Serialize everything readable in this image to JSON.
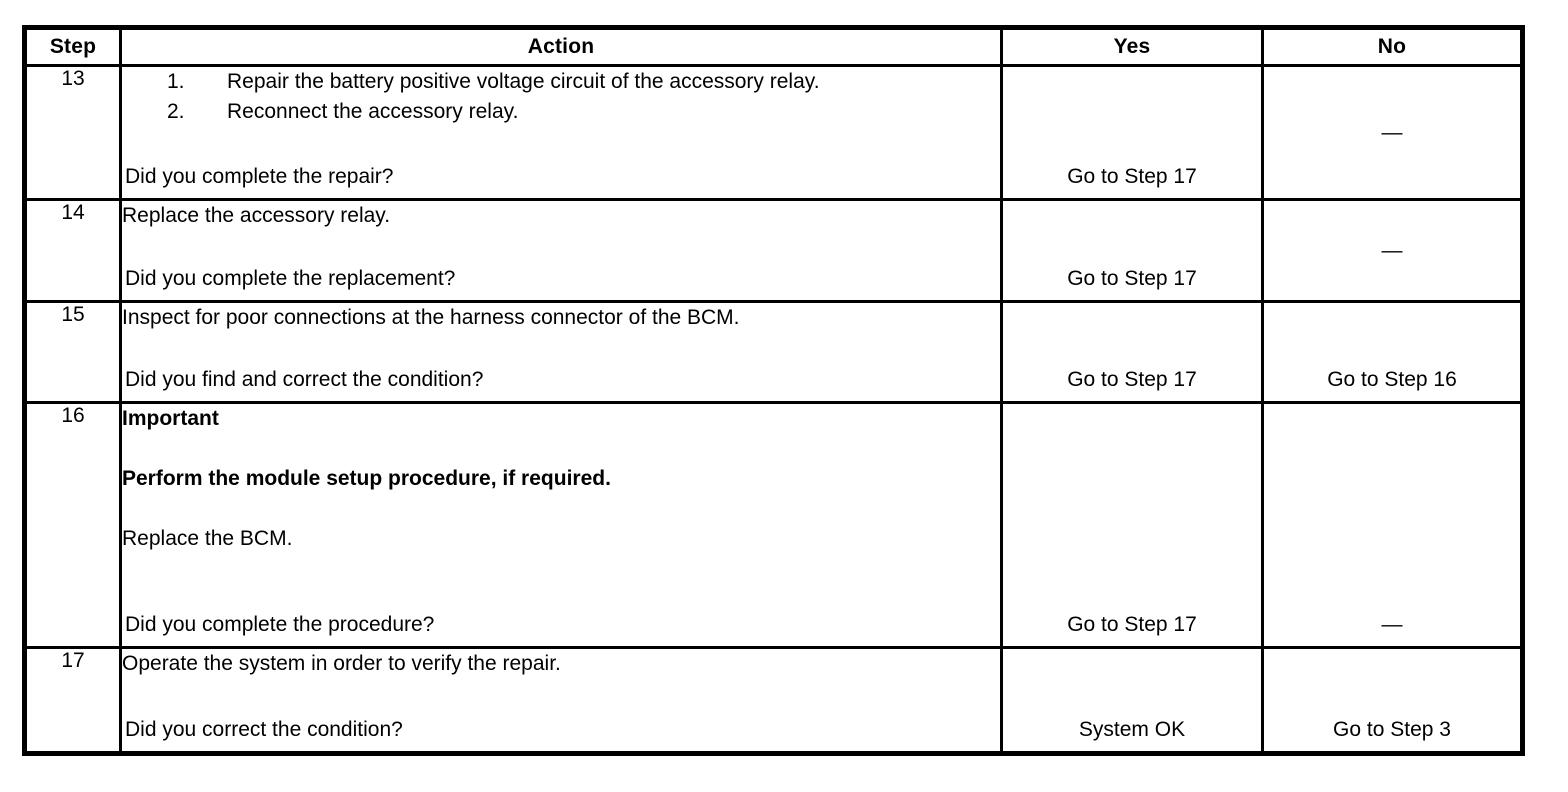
{
  "table": {
    "headers": {
      "step": "Step",
      "action": "Action",
      "yes": "Yes",
      "no": "No"
    },
    "rows": [
      {
        "step": "13",
        "list": [
          {
            "num": "1.",
            "text": "Repair the battery positive voltage circuit of the accessory relay."
          },
          {
            "num": "2.",
            "text": "Reconnect the accessory relay."
          }
        ],
        "question": "Did you complete the repair?",
        "yes": "Go to Step 17",
        "no": "—"
      },
      {
        "step": "14",
        "lines": [
          {
            "text": "Replace the accessory relay.",
            "bold": false
          }
        ],
        "question": "Did you complete the replacement?",
        "yes": "Go to Step 17",
        "no": "—"
      },
      {
        "step": "15",
        "lines": [
          {
            "text": "Inspect for poor connections at the harness connector of the BCM.",
            "bold": false
          }
        ],
        "question": "Did you find and correct the condition?",
        "yes": "Go to Step 17",
        "no": "Go to Step 16"
      },
      {
        "step": "16",
        "lines": [
          {
            "text": "Important",
            "bold": true
          },
          {
            "text": "",
            "bold": false
          },
          {
            "text": "Perform the module setup procedure, if required.",
            "bold": true
          },
          {
            "text": "",
            "bold": false
          },
          {
            "text": "Replace the BCM.",
            "bold": false
          }
        ],
        "question": "Did you complete the procedure?",
        "yes": "Go to Step 17",
        "no": "—"
      },
      {
        "step": "17",
        "lines": [
          {
            "text": "Operate the system in order to verify the repair.",
            "bold": false
          }
        ],
        "question": "Did you correct the condition?",
        "yes": "System OK",
        "no": "Go to Step 3"
      }
    ]
  },
  "colors": {
    "border": "#000000",
    "background": "#ffffff",
    "text": "#000000"
  }
}
